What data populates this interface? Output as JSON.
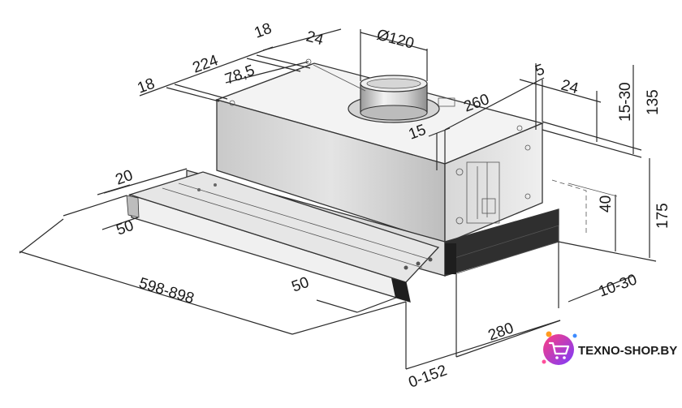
{
  "dimensions": {
    "d18_left": "18",
    "d224": "224",
    "d18_top": "18",
    "d24_top": "24",
    "d120": "Ø120",
    "d78_5": "78,5",
    "d5": "5",
    "d24_right": "24",
    "d260": "260",
    "d15": "15",
    "d15_30": "15-30",
    "d135": "135",
    "d175": "175",
    "d40": "40",
    "d10_30": "10-30",
    "d20": "20",
    "d50_left": "50",
    "d598_898": "598-898",
    "d50_bottom": "50",
    "d280": "280",
    "d0_152": "0-152"
  },
  "logo": {
    "text": "TEXNO-SHOP.BY",
    "icon": "shopping-cart-icon",
    "colors": {
      "circle_start": "#ff3d7f",
      "circle_end": "#7a3cff",
      "dot_orange": "#ff9a1f",
      "dot_blue": "#3d8bff",
      "dot_pink": "#ff4f9a"
    }
  }
}
